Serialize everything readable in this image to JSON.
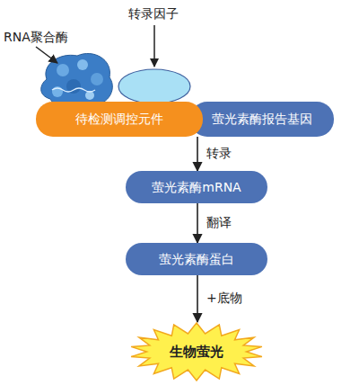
{
  "diagram": {
    "nodes": [
      {
        "text": [
          "待检测调控元件"
        ]
      },
      {
        "text": [
          "萤光素酶报告基因"
        ]
      },
      {
        "text": [
          "萤光素酶mRNA"
        ]
      },
      {
        "text": [
          "萤光素酶蛋白"
        ]
      },
      {
        "text": [
          "生物萤光"
        ]
      }
    ],
    "edges": [
      {
        "from": 1,
        "to": 2,
        "label": "转录",
        "arrow": "to"
      },
      {
        "from": 2,
        "to": 3,
        "label": "翻译",
        "arrow": "to"
      },
      {
        "from": 3,
        "to": 4,
        "label": "+底物",
        "arrow": "to"
      }
    ],
    "labels": [
      "RNA聚合酶",
      "转录因子"
    ]
  }
}
